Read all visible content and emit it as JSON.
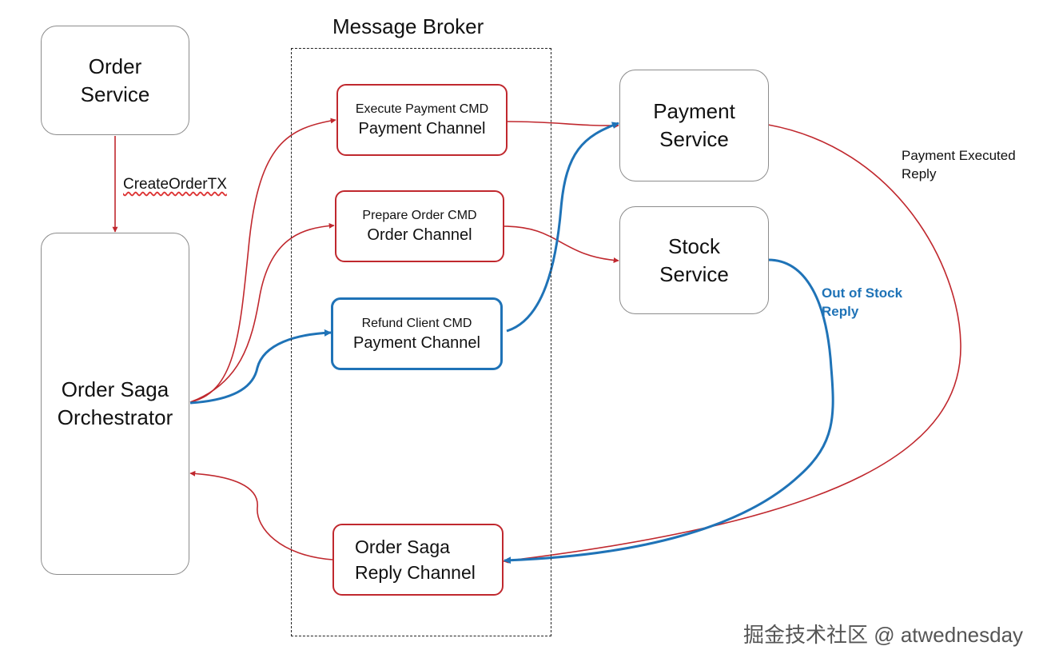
{
  "broker": {
    "title": "Message Broker"
  },
  "services": {
    "order_service": {
      "line1": "Order",
      "line2": "Service"
    },
    "orchestrator": {
      "line1": "Order Saga",
      "line2": "Orchestrator"
    },
    "payment_service": {
      "line1": "Payment",
      "line2": "Service"
    },
    "stock_service": {
      "line1": "Stock",
      "line2": "Service"
    }
  },
  "channels": {
    "execute_payment": {
      "cmd": "Execute Payment CMD",
      "name": "Payment Channel"
    },
    "prepare_order": {
      "cmd": "Prepare Order CMD",
      "name": "Order Channel"
    },
    "refund_client": {
      "cmd": "Refund Client CMD",
      "name": "Payment Channel"
    },
    "reply": {
      "line1": "Order Saga",
      "line2": "Reply Channel"
    }
  },
  "edge_labels": {
    "create_order": "CreateOrderTX",
    "payment_reply_1": "Payment Executed",
    "payment_reply_2": "Reply",
    "out_of_stock_1": "Out of Stock",
    "out_of_stock_2": "Reply"
  },
  "watermark": "掘金技术社区 @ atwednesday",
  "colors": {
    "success_flow": "#c0282e",
    "compensation_flow": "#1f73b7",
    "service_border": "#8c8c8c"
  }
}
